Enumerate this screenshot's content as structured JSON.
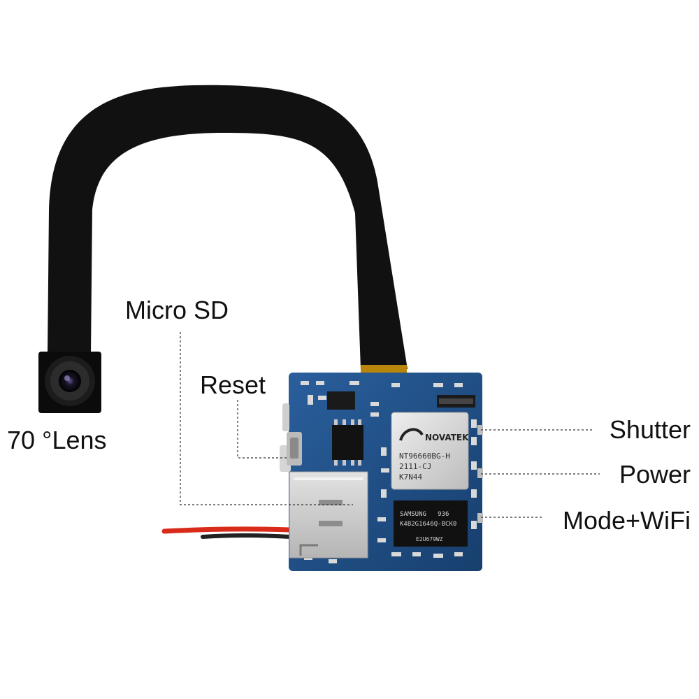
{
  "callouts": {
    "micro_sd": "Micro SD",
    "reset": "Reset",
    "lens": "70 °Lens",
    "shutter": "Shutter",
    "power": "Power",
    "mode_wifi": "Mode+WiFi"
  },
  "chips": {
    "soc": {
      "brand": "NOVATEK",
      "line1": "NT96660BG-H",
      "line2": "2111-CJ",
      "line3": "K7N44"
    },
    "memory": {
      "line1": "SAMSUNG   936",
      "line2": "K4B2G1646Q-BCK0",
      "line3": "E2U679WZ"
    }
  },
  "colors": {
    "background": "#ffffff",
    "pcb": "#1f4f86",
    "ribbon_cable": "#111111",
    "label_text": "#111111",
    "leader_line": "#333333",
    "wire_red": "#d92b1a"
  }
}
